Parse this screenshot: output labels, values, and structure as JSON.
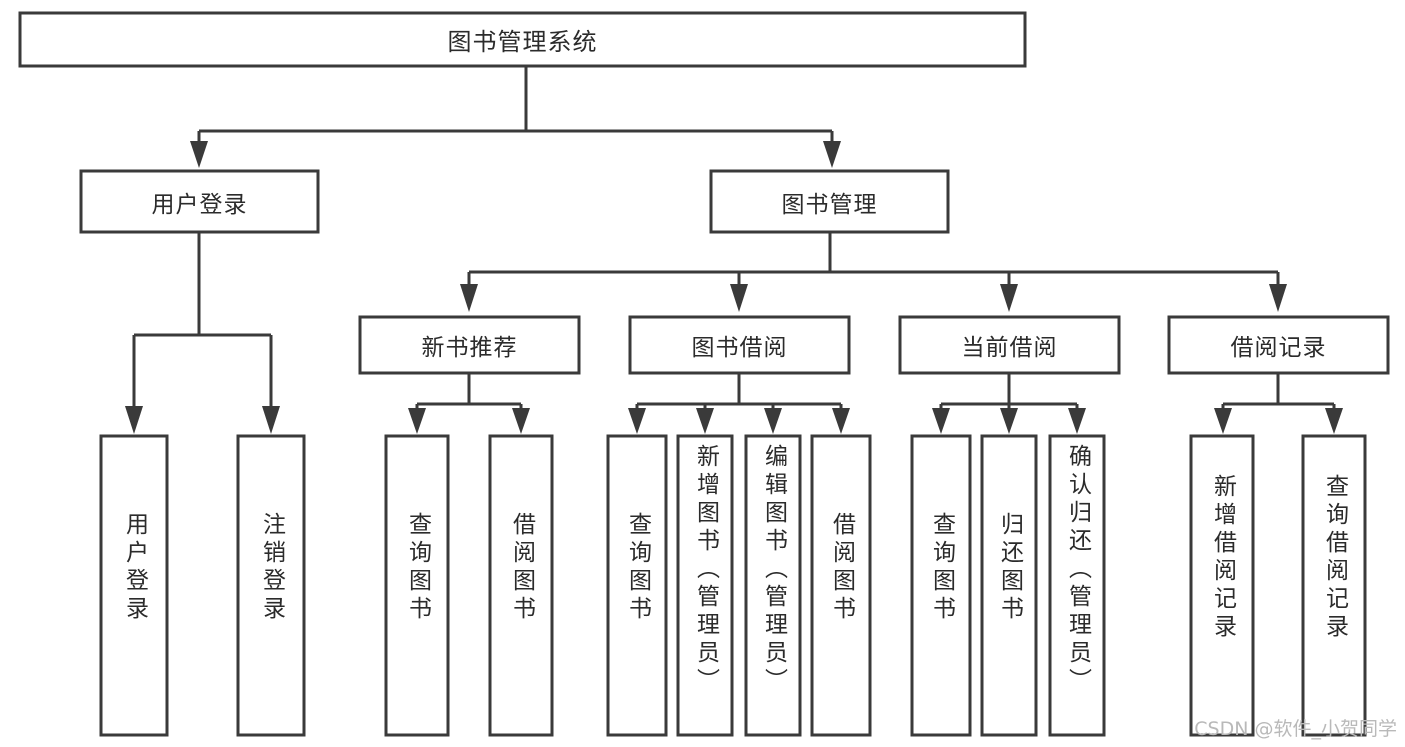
{
  "diagram": {
    "title": "图书管理系统",
    "watermark": "CSDN @软件_小贺同学",
    "colors": {
      "stroke": "#3a3a3a",
      "fill": "#ffffff",
      "text": "#2b2b2b",
      "watermark": "#b9b9b9",
      "background": "#ffffff"
    },
    "root": {
      "label": "图书管理系统",
      "orientation": "horizontal"
    },
    "level2": [
      {
        "id": "user-login",
        "label": "用户登录",
        "orientation": "horizontal"
      },
      {
        "id": "book-manage",
        "label": "图书管理",
        "orientation": "horizontal"
      }
    ],
    "level3": [
      {
        "id": "new-book-recommend",
        "label": "新书推荐",
        "orientation": "horizontal",
        "parent": "book-manage"
      },
      {
        "id": "book-borrow",
        "label": "图书借阅",
        "orientation": "horizontal",
        "parent": "book-manage"
      },
      {
        "id": "current-borrow",
        "label": "当前借阅",
        "orientation": "horizontal",
        "parent": "book-manage"
      },
      {
        "id": "borrow-record",
        "label": "借阅记录",
        "orientation": "horizontal",
        "parent": "book-manage"
      }
    ],
    "leaves": [
      {
        "id": "leaf-user-login",
        "label": "用户登录",
        "parent": "user-login",
        "orientation": "vertical"
      },
      {
        "id": "leaf-user-logout",
        "label": "注销登录",
        "parent": "user-login",
        "orientation": "vertical"
      },
      {
        "id": "leaf-query-book-1",
        "label": "查询图书",
        "parent": "new-book-recommend",
        "orientation": "vertical"
      },
      {
        "id": "leaf-borrow-book-1",
        "label": "借阅图书",
        "parent": "new-book-recommend",
        "orientation": "vertical"
      },
      {
        "id": "leaf-query-book-2",
        "label": "查询图书",
        "parent": "book-borrow",
        "orientation": "vertical"
      },
      {
        "id": "leaf-add-book",
        "label": "新增图书（管理员）",
        "parent": "book-borrow",
        "orientation": "vertical"
      },
      {
        "id": "leaf-edit-book",
        "label": "编辑图书（管理员）",
        "parent": "book-borrow",
        "orientation": "vertical"
      },
      {
        "id": "leaf-borrow-book-2",
        "label": "借阅图书",
        "parent": "book-borrow",
        "orientation": "vertical"
      },
      {
        "id": "leaf-query-book-3",
        "label": "查询图书",
        "parent": "current-borrow",
        "orientation": "vertical"
      },
      {
        "id": "leaf-return-book",
        "label": "归还图书",
        "parent": "current-borrow",
        "orientation": "vertical"
      },
      {
        "id": "leaf-confirm-return",
        "label": "确认归还（管理员）",
        "parent": "current-borrow",
        "orientation": "vertical"
      },
      {
        "id": "leaf-add-record",
        "label": "新增借阅记录",
        "parent": "borrow-record",
        "orientation": "vertical"
      },
      {
        "id": "leaf-query-record",
        "label": "查询借阅记录",
        "parent": "borrow-record",
        "orientation": "vertical"
      }
    ]
  }
}
